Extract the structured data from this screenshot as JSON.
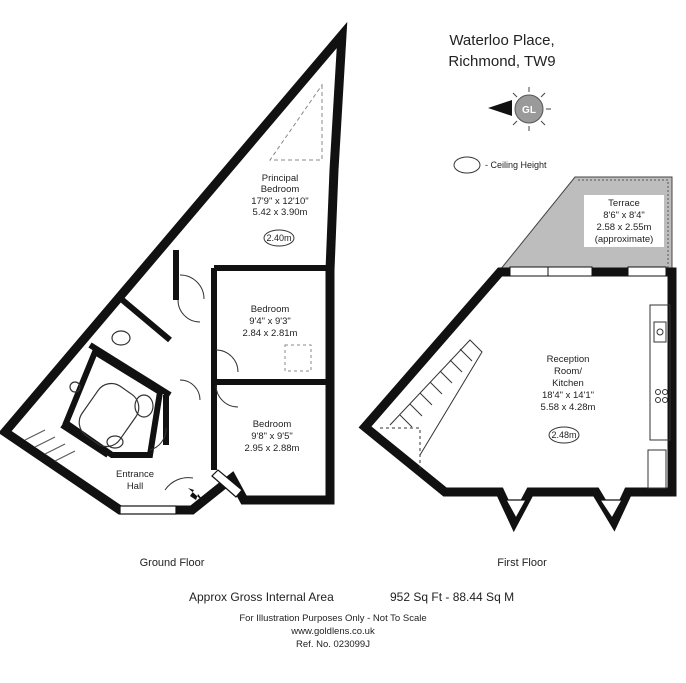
{
  "address": {
    "line1": "Waterloo Place,",
    "line2": "Richmond, TW9"
  },
  "compass": {
    "label": "GL"
  },
  "legend": {
    "ceiling": "- Ceiling Height"
  },
  "ground_floor": {
    "caption": "Ground Floor",
    "principal_bedroom": {
      "name1": "Principal",
      "name2": "Bedroom",
      "imperial": "17'9\" x 12'10\"",
      "metric": "5.42 x 3.90m",
      "ceiling": "2.40m"
    },
    "bedroom_1": {
      "name": "Bedroom",
      "imperial": "9'4\" x 9'3\"",
      "metric": "2.84 x 2.81m"
    },
    "bedroom_2": {
      "name": "Bedroom",
      "imperial": "9'8\" x 9'5\"",
      "metric": "2.95 x 2.88m"
    },
    "entrance_hall": {
      "name1": "Entrance",
      "name2": "Hall"
    }
  },
  "first_floor": {
    "caption": "First Floor",
    "terrace": {
      "name": "Terrace",
      "imperial": "8'6\" x 8'4\"",
      "metric": "2.58 x 2.55m",
      "note": "(approximate)"
    },
    "reception": {
      "name1": "Reception",
      "name2": "Room/",
      "name3": "Kitchen",
      "imperial": "18'4\" x 14'1\"",
      "metric": "5.58 x 4.28m",
      "ceiling": "2.48m"
    }
  },
  "area": {
    "label": "Approx Gross Internal Area",
    "value": "952 Sq Ft - 88.44 Sq M"
  },
  "footer": {
    "disclaimer": "For Illustration Purposes Only - Not To Scale",
    "website": "www.goldlens.co.uk",
    "ref": "Ref. No. 023099J"
  }
}
